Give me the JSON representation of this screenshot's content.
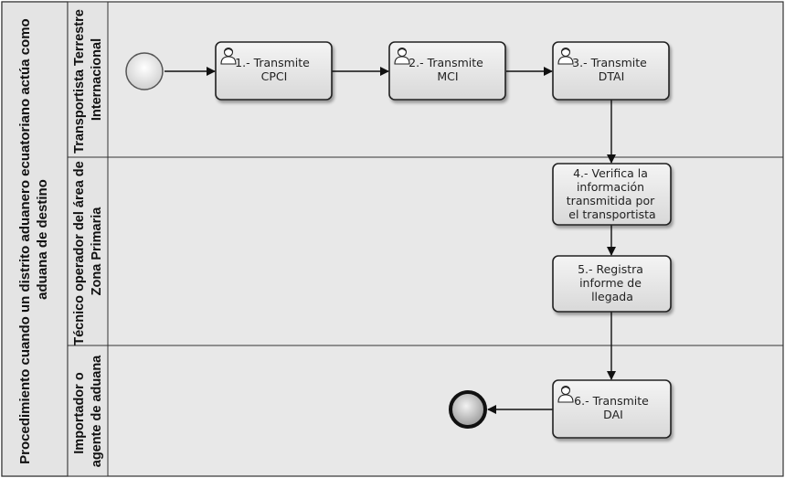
{
  "pool": {
    "title_lines": [
      "Procedimiento cuando un distrito aduanero ecuatoriano actúa como",
      "aduana de destino"
    ]
  },
  "lanes": [
    {
      "id": "transportista",
      "title_lines": [
        "Transportista Terrestre",
        "Internacional"
      ]
    },
    {
      "id": "tecnico",
      "title_lines": [
        "Técnico operador del área de",
        "Zona Primaria"
      ]
    },
    {
      "id": "importador",
      "title_lines": [
        "Importador o",
        "agente de aduana"
      ]
    }
  ],
  "tasks": [
    {
      "id": "t1",
      "lines": [
        "1.- Transmite",
        "CPCI"
      ],
      "user_icon": true
    },
    {
      "id": "t2",
      "lines": [
        "2.- Transmite",
        "MCI"
      ],
      "user_icon": true
    },
    {
      "id": "t3",
      "lines": [
        "3.- Transmite",
        "DTAI"
      ],
      "user_icon": true
    },
    {
      "id": "t4",
      "lines": [
        "4.-  Verifica la",
        "información",
        "transmitida por",
        "el transportista"
      ],
      "user_icon": false
    },
    {
      "id": "t5",
      "lines": [
        "5.- Registra",
        "informe de",
        "llegada"
      ],
      "user_icon": false
    },
    {
      "id": "t6",
      "lines": [
        "6.- Transmite",
        "DAI"
      ],
      "user_icon": true
    }
  ],
  "events": [
    {
      "id": "start",
      "type": "start-event"
    },
    {
      "id": "end",
      "type": "end-event"
    }
  ],
  "flows": [
    {
      "from": "start",
      "to": "t1"
    },
    {
      "from": "t1",
      "to": "t2"
    },
    {
      "from": "t2",
      "to": "t3"
    },
    {
      "from": "t3",
      "to": "t4"
    },
    {
      "from": "t4",
      "to": "t5"
    },
    {
      "from": "t5",
      "to": "t6"
    },
    {
      "from": "t6",
      "to": "end"
    }
  ],
  "colors": {
    "pool_bg": "#e8e8e8",
    "task_fill_top": "#f2f2f2",
    "task_fill_bottom": "#dcdcdc",
    "stroke": "#222222"
  },
  "icons": {
    "user_task": "user-icon"
  }
}
